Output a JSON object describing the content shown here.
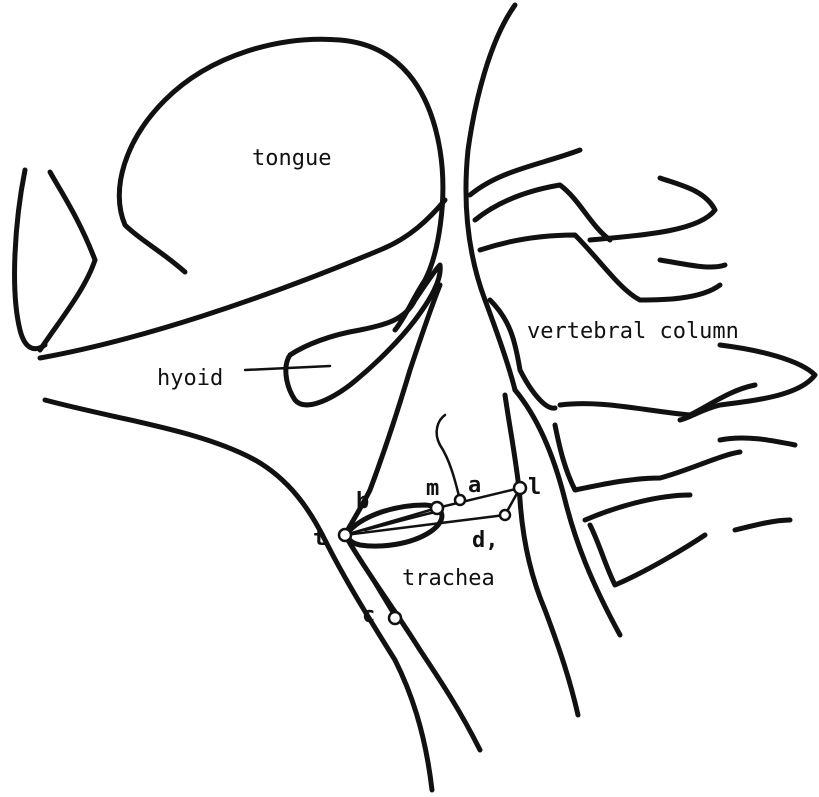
{
  "labels": {
    "tongue": "tongue",
    "hyoid": "hyoid",
    "vertebral_column": "vertebral column",
    "trachea": "trachea"
  },
  "points": {
    "m": "m",
    "a": "a",
    "b": "b",
    "l": "l",
    "t": "t",
    "d": "d,",
    "c": "c"
  }
}
